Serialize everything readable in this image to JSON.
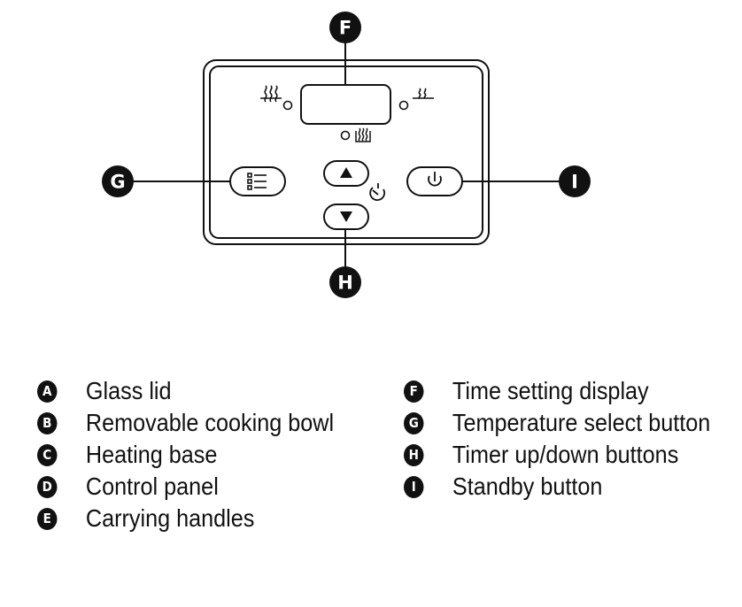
{
  "callouts": {
    "F": "F",
    "G": "G",
    "H": "H",
    "I": "I"
  },
  "panel": {
    "icons": {
      "left_indicator": "warm-heat-icon",
      "right_indicator": "low-heat-icon",
      "bottom_indicator": "high-heat-icon",
      "temperature_button": "menu-list-icon",
      "up_button": "up-triangle-icon",
      "down_button": "down-triangle-icon",
      "timer": "timer-icon",
      "standby_button": "power-icon"
    }
  },
  "legend": {
    "left": [
      {
        "letter": "A",
        "label": "Glass lid"
      },
      {
        "letter": "B",
        "label": "Removable cooking bowl"
      },
      {
        "letter": "C",
        "label": "Heating base"
      },
      {
        "letter": "D",
        "label": "Control panel"
      },
      {
        "letter": "E",
        "label": "Carrying handles"
      }
    ],
    "right": [
      {
        "letter": "F",
        "label": "Time setting display"
      },
      {
        "letter": "G",
        "label": "Temperature select button"
      },
      {
        "letter": "H",
        "label": "Timer up/down buttons"
      },
      {
        "letter": "I",
        "label": "Standby button"
      }
    ]
  }
}
